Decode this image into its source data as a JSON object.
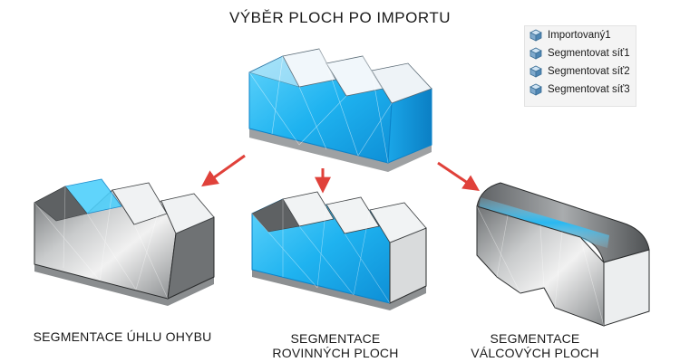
{
  "title": "VÝBĚR PLOCH PO IMPORTU",
  "feature_tree": {
    "items": [
      {
        "label": "Importovaný1"
      },
      {
        "label": "Segmentovat síť1"
      },
      {
        "label": "Segmentovat síť2"
      },
      {
        "label": "Segmentovat síť3"
      }
    ]
  },
  "captions": {
    "bend_angle": "SEGMENTACE ÚHLU OHYBU",
    "planar_line1": "SEGMENTACE",
    "planar_line2": "ROVINNÝCH PLOCH",
    "cylindrical_line1": "SEGMENTACE",
    "cylindrical_line2": "VÁLCOVÝCH PLOCH"
  },
  "colors": {
    "highlight_blue": "#1fb8f2",
    "arrow_red": "#e0413a",
    "mesh_gray": "#8e9193"
  },
  "icons": {
    "tree_item": "part-icon"
  }
}
